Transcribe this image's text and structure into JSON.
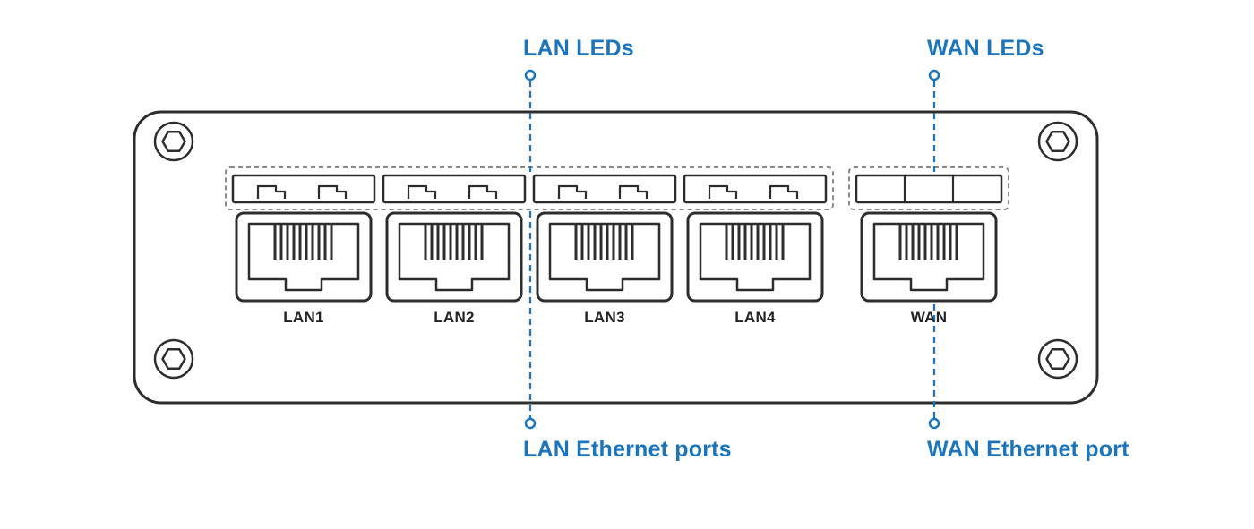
{
  "callouts": {
    "lan_leds": "LAN LEDs",
    "wan_leds": "WAN LEDs",
    "lan_ethernet_ports": "LAN Ethernet ports",
    "wan_ethernet_port": "WAN Ethernet port"
  },
  "ports": [
    {
      "label": "LAN1"
    },
    {
      "label": "LAN2"
    },
    {
      "label": "LAN3"
    },
    {
      "label": "LAN4"
    },
    {
      "label": "WAN"
    }
  ],
  "colors": {
    "callout_blue": "#1c75bc",
    "outline_dark": "#2d2d2d",
    "dashed_gray": "#8a8a8a",
    "label_dark": "#222222"
  }
}
